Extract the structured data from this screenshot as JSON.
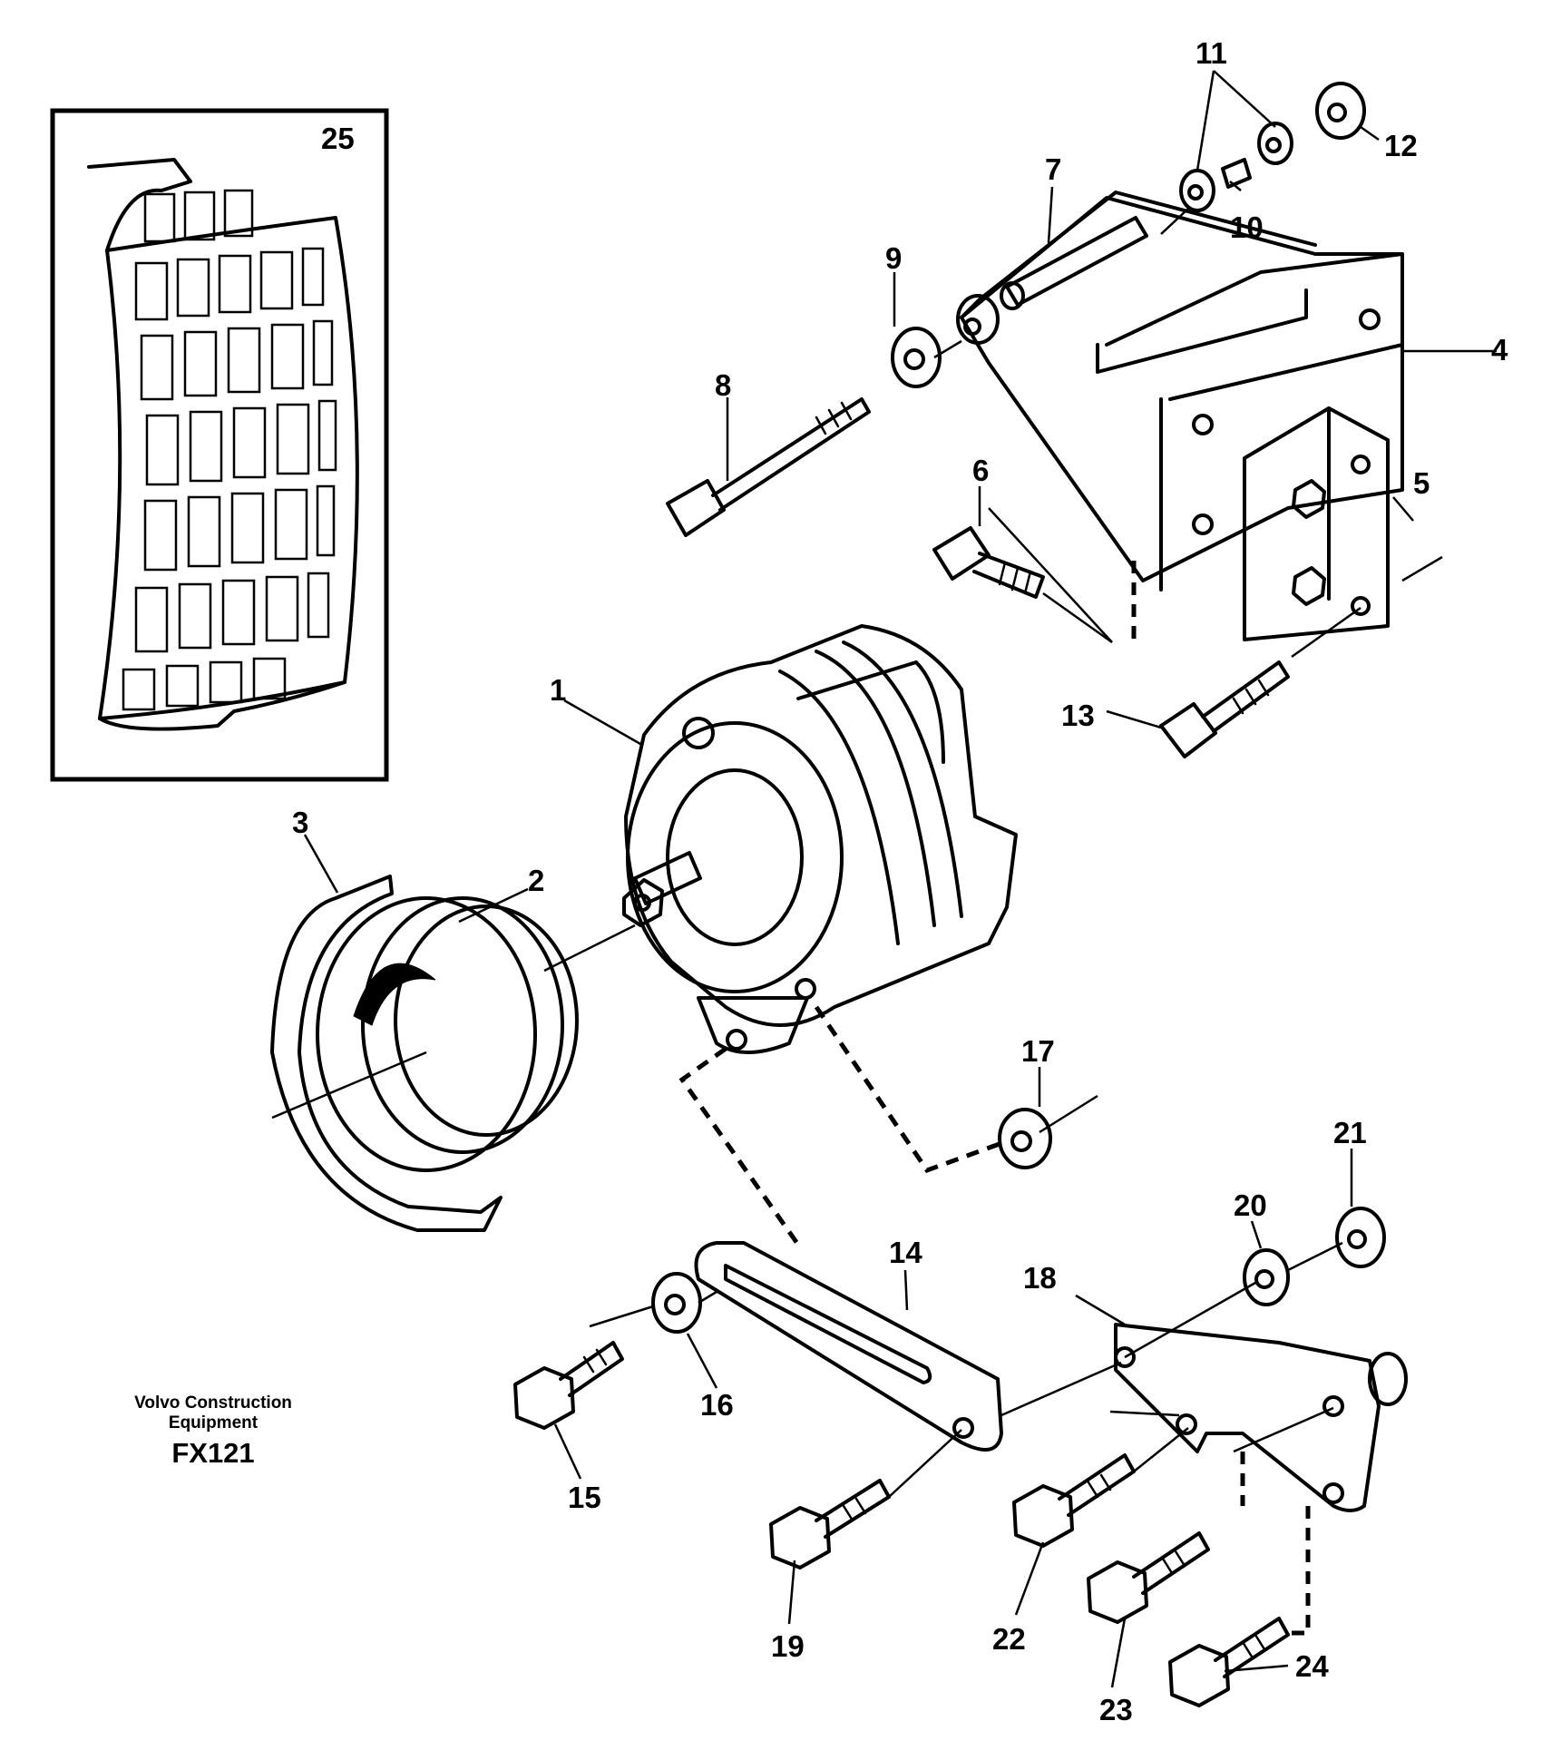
{
  "brand": {
    "line1": "Volvo Construction",
    "line2": "Equipment",
    "code": "FX121"
  },
  "callouts": [
    "1",
    "2",
    "3",
    "4",
    "5",
    "6",
    "7",
    "8",
    "9",
    "10",
    "11",
    "12",
    "13",
    "14",
    "15",
    "16",
    "17",
    "18",
    "19",
    "20",
    "21",
    "22",
    "23",
    "24",
    "25"
  ],
  "inset_label": "25"
}
